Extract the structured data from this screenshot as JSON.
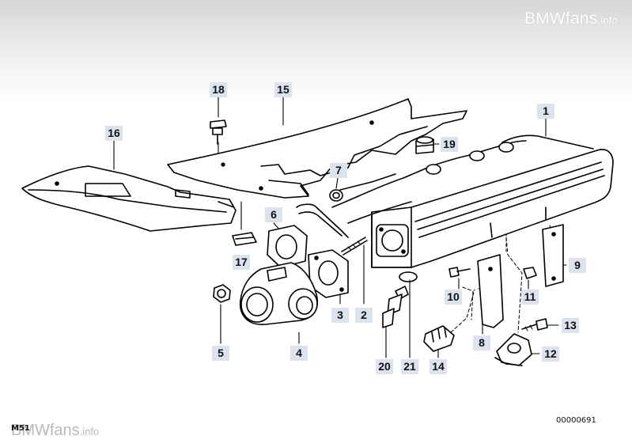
{
  "watermark": {
    "brand": "BMWfans",
    "suffix": ".info"
  },
  "footer": {
    "model_code": "M51",
    "drawing_number": "00000691"
  },
  "callouts": [
    "1",
    "2",
    "3",
    "4",
    "5",
    "6",
    "7",
    "8",
    "9",
    "10",
    "11",
    "12",
    "13",
    "14",
    "15",
    "16",
    "17",
    "18",
    "19",
    "20",
    "21"
  ]
}
